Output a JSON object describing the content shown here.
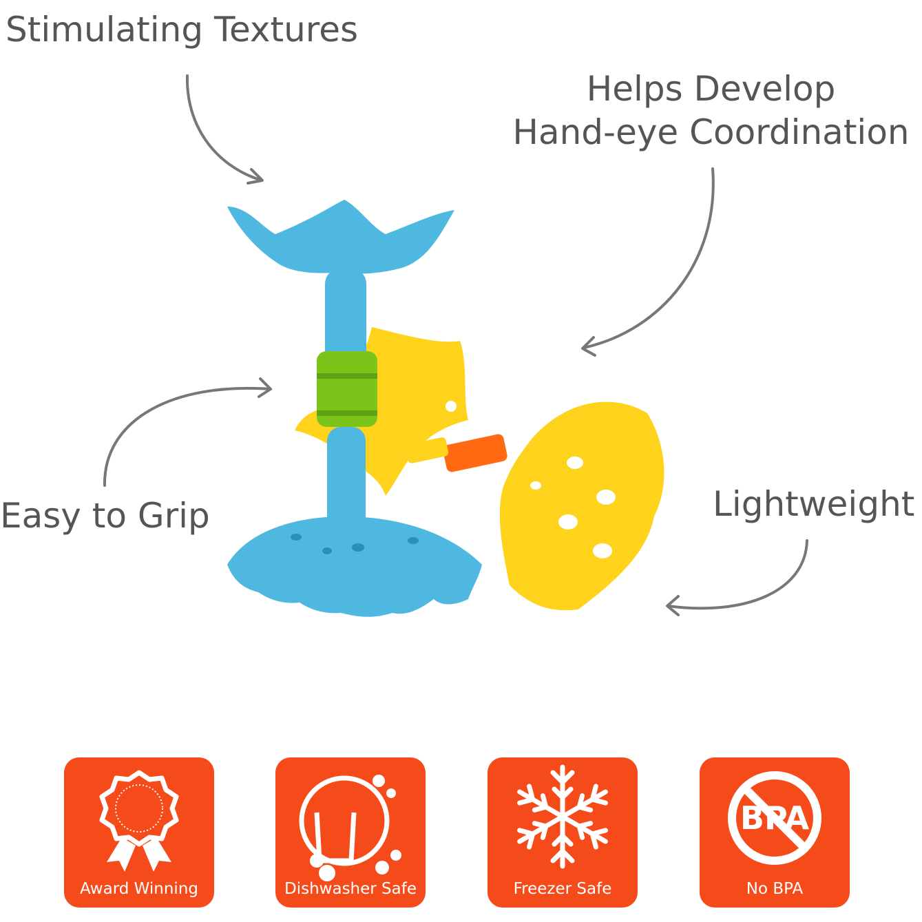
{
  "callouts": {
    "textures": "Stimulating Textures",
    "handeye_line1": "Helps Develop",
    "handeye_line2": "Hand-eye Coordination",
    "grip": "Easy to Grip",
    "lightweight": "Lightweight"
  },
  "badges": [
    {
      "label": "Award Winning",
      "icon": "award-ribbon-icon"
    },
    {
      "label": "Dishwasher Safe",
      "icon": "dishwasher-icon"
    },
    {
      "label": "Freezer Safe",
      "icon": "snowflake-icon"
    },
    {
      "label": "No BPA",
      "icon": "no-bpa-icon"
    }
  ],
  "badge_icon_text": "BPA",
  "colors": {
    "badge": "#f54b1b",
    "text": "#555555",
    "toy_blue": "#4fb8e0",
    "toy_yellow": "#ffd21c",
    "toy_green": "#7cc31a",
    "toy_orange": "#ff6a12"
  }
}
